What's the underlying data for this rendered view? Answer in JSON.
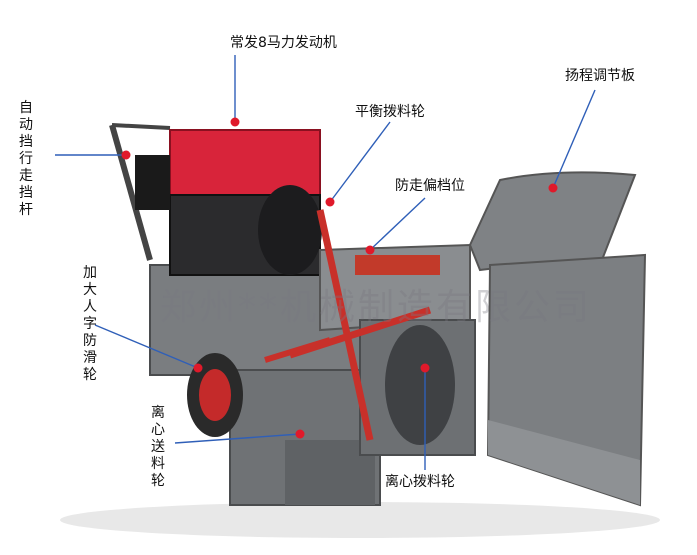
{
  "labels": {
    "engine": "常发8马力发动机",
    "throw_plate": "扬程调节板",
    "balance_wheel": "平衡拨料轮",
    "anti_deviation": "防走偏档位",
    "auto_lever": "自动挡行走挡杆",
    "wide_tire": "加大人字防滑轮",
    "centrifugal_feed": "离心送料轮",
    "centrifugal_wheel": "离心拨料轮"
  },
  "watermark": "郑州**机械制造有限公司",
  "colors": {
    "engine_red": "#d8243a",
    "body_gray": "#7a7d80",
    "pointer_blue": "#2f5fb8",
    "marker_red": "#e0192a"
  }
}
